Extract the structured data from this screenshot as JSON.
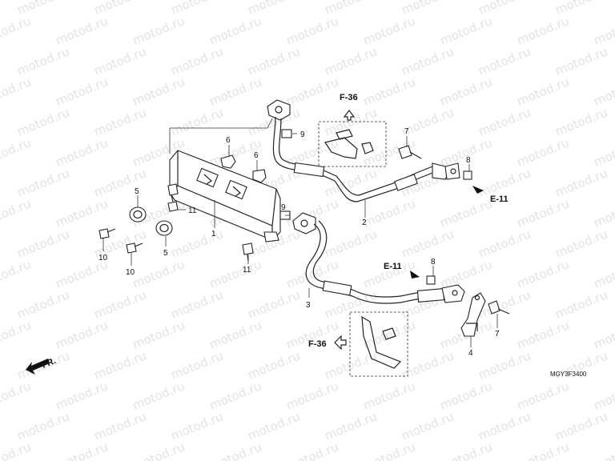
{
  "watermark": "motod.ru",
  "diagram_code": "MGY3F3400",
  "direction": "FR.",
  "refs": {
    "f36_top": "F-36",
    "f36_bottom": "F-36",
    "e11_right": "E-11",
    "e11_mid": "E-11"
  },
  "parts": {
    "p1": "1",
    "p2": "2",
    "p3": "3",
    "p4": "4",
    "p5a": "5",
    "p5b": "5",
    "p6a": "6",
    "p6b": "6",
    "p7a": "7",
    "p7b": "7",
    "p8a": "8",
    "p8b": "8",
    "p9a": "9",
    "p9b": "9",
    "p10a": "10",
    "p10b": "10",
    "p11a": "11",
    "p11b": "11"
  },
  "colors": {
    "line": "#222222",
    "watermark": "#e3e3e3",
    "background": "#ffffff"
  }
}
